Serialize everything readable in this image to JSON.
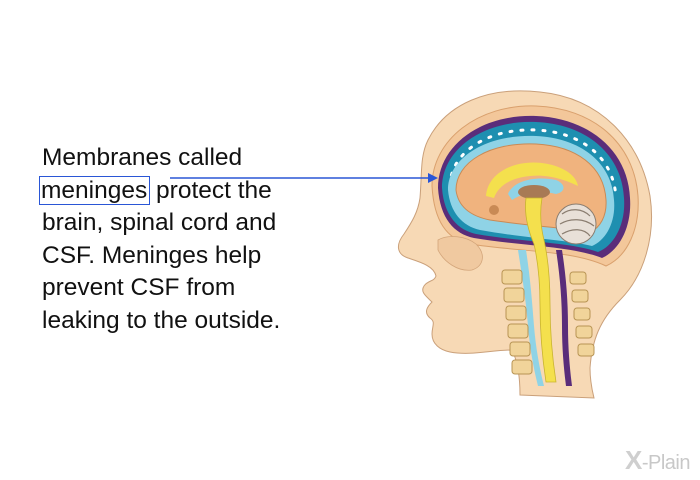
{
  "caption": {
    "line1": "Membranes called",
    "highlight": "meninges",
    "line2_rest": " protect the",
    "line3": "brain, spinal cord and",
    "line4": "CSF. Meninges help",
    "line5": "prevent CSF from",
    "line6": "leaking to the outside."
  },
  "colors": {
    "highlight_box": "#2a56d6",
    "arrow": "#2a56d6",
    "skin": "#f7d9b5",
    "skull": "#f3c79a",
    "meninges": "#1e8fb0",
    "dura": "#5a2d7a",
    "brain": "#f0b37e",
    "csf": "#8fd3e6",
    "spinal_cord": "#f4e04d"
  },
  "logo": {
    "mark": "X",
    "text": "-Plain"
  }
}
